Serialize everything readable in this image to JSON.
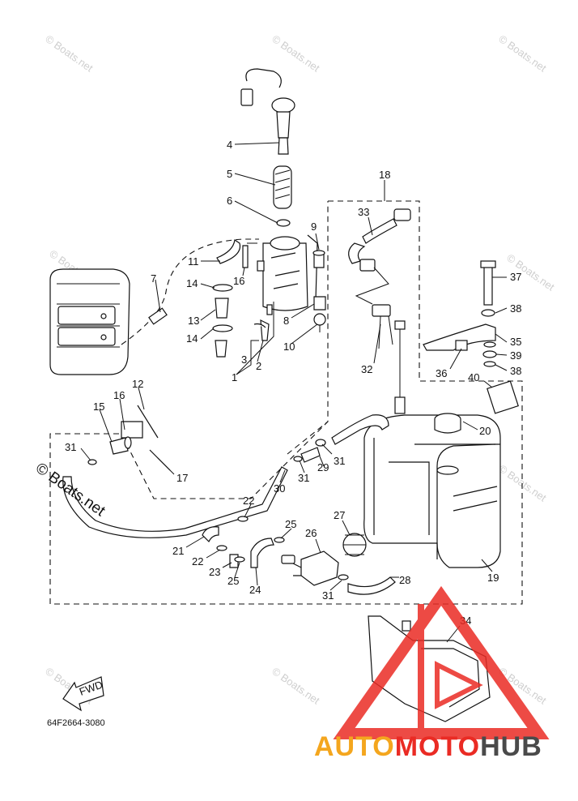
{
  "diagram_code": "64F2664-3080",
  "watermark": "© Boats.net",
  "brand": {
    "part1": "AUTO",
    "part2": "MOTO",
    "part3": "HUB"
  },
  "fwd_label": "FWD",
  "callouts": {
    "c1": "1",
    "c2": "2",
    "c3": "3",
    "c4": "4",
    "c5": "5",
    "c6": "6",
    "c7": "7",
    "c8": "8",
    "c9": "9",
    "c10": "10",
    "c11": "11",
    "c12": "12",
    "c13": "13",
    "c14a": "14",
    "c14b": "14",
    "c15": "15",
    "c16a": "16",
    "c16b": "16",
    "c17": "17",
    "c18": "18",
    "c19": "19",
    "c20": "20",
    "c21": "21",
    "c22a": "22",
    "c22b": "22",
    "c23": "23",
    "c24": "24",
    "c25a": "25",
    "c25b": "25",
    "c26": "26",
    "c27": "27",
    "c28": "28",
    "c29": "29",
    "c30": "30",
    "c31a": "31",
    "c31b": "31",
    "c31c": "31",
    "c31d": "31",
    "c32": "32",
    "c33": "33",
    "c34": "34",
    "c35": "35",
    "c36": "36",
    "c37": "37",
    "c38a": "38",
    "c38b": "38",
    "c39": "39",
    "c40": "40"
  }
}
